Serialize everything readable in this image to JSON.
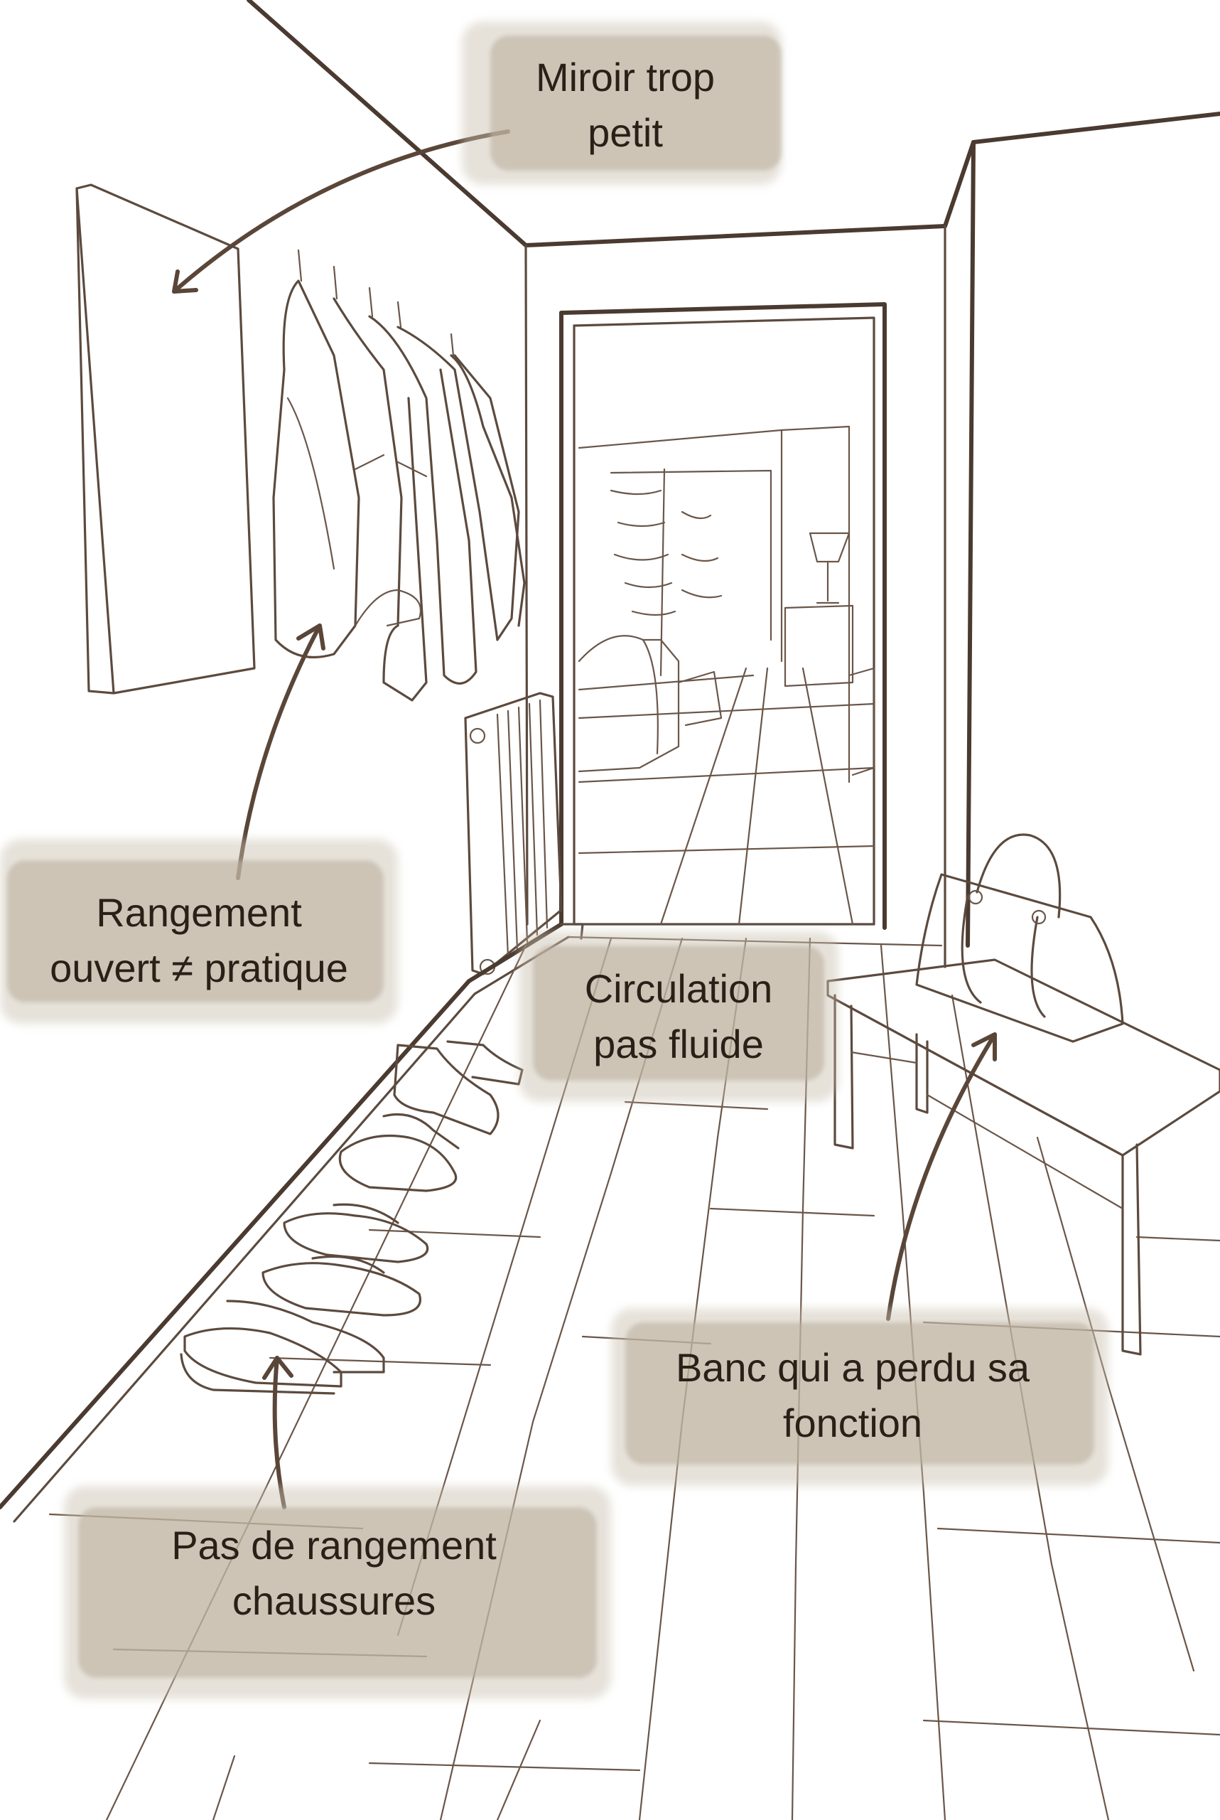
{
  "annotations": {
    "mirror": {
      "line1": "Miroir trop",
      "line2": "petit"
    },
    "storage": {
      "line1": "Rangement",
      "line2": "ouvert ≠ pratique"
    },
    "circulation": {
      "line1": "Circulation",
      "line2": "pas fluide"
    },
    "bench": {
      "line1": "Banc qui a perdu sa",
      "line2": "fonction"
    },
    "shoes": {
      "line1": "Pas de rangement",
      "line2": "chaussures"
    }
  },
  "colors": {
    "ink": "#5c4a3e",
    "label_wash": "#bdb2a0",
    "text": "#2a2017",
    "background": "#ffffff"
  }
}
